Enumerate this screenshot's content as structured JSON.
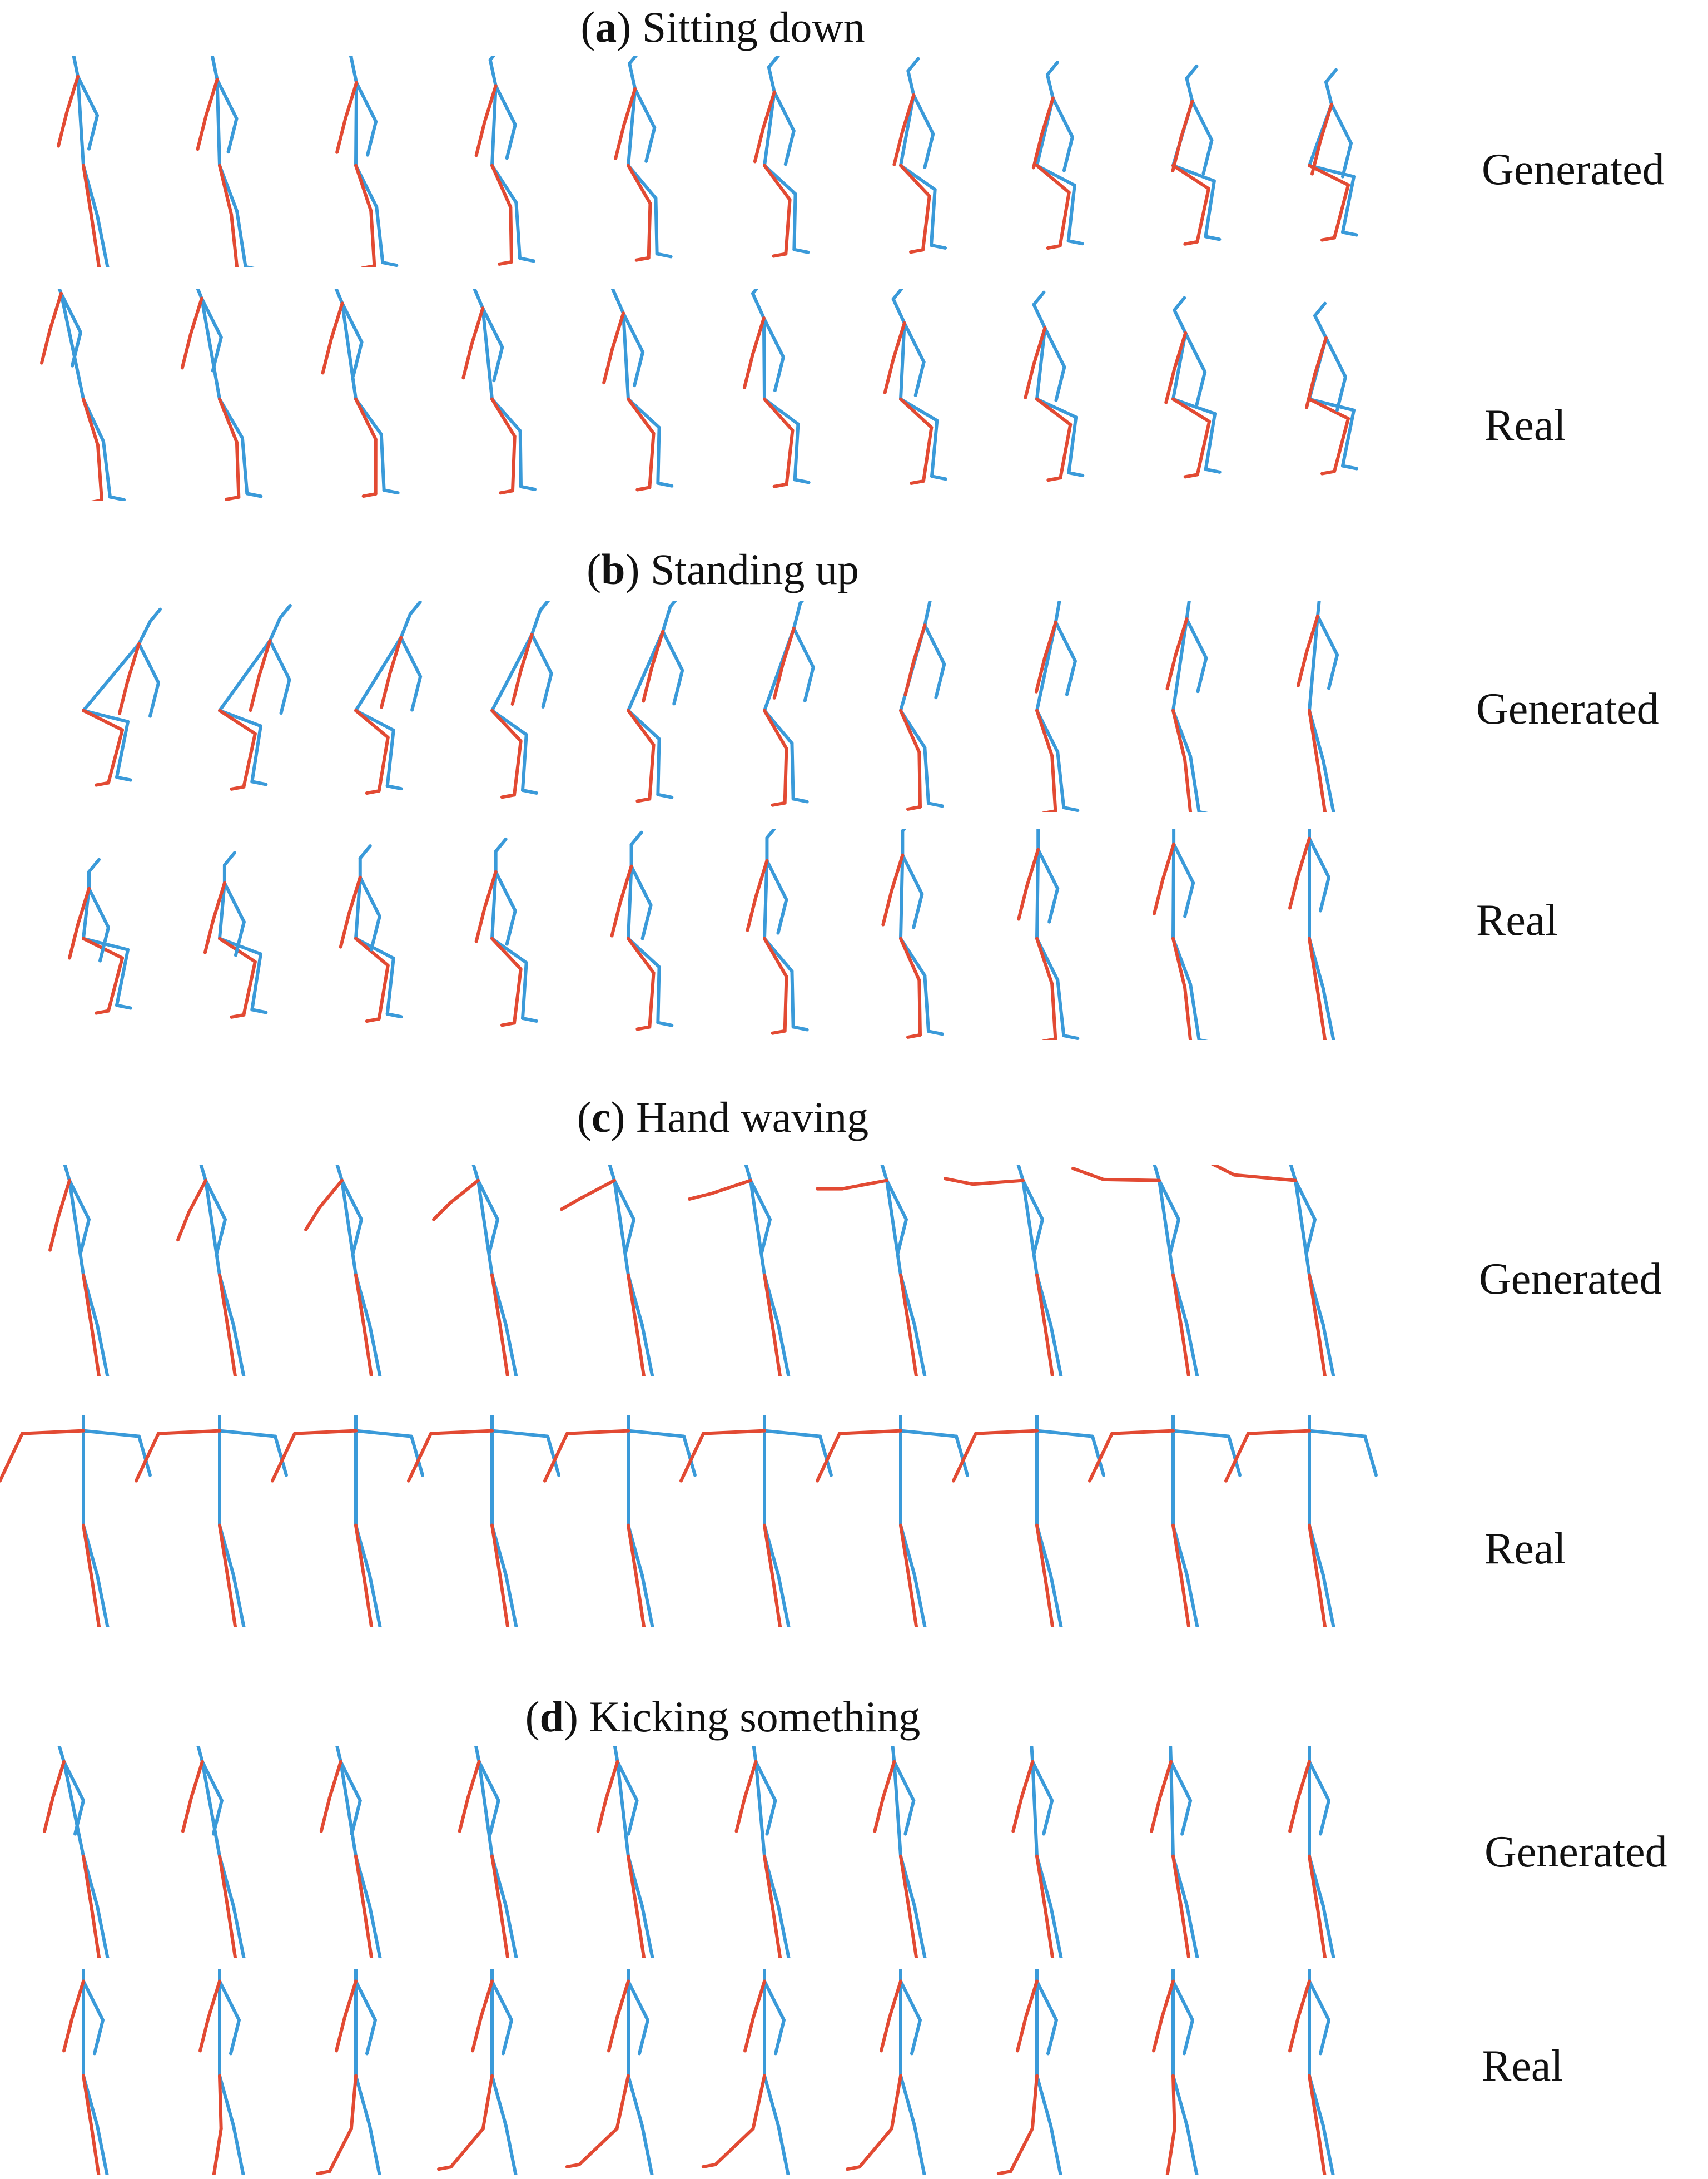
{
  "palette": {
    "left_limbs": "#e24a33",
    "right_limbs": "#3a9ad9"
  },
  "sections": [
    {
      "letter": "a",
      "title": "Sitting down",
      "rows": [
        {
          "label": "Generated",
          "pose": "stand-to-sit"
        },
        {
          "label": "Real",
          "pose": "lean-squat"
        }
      ]
    },
    {
      "letter": "b",
      "title": "Standing up",
      "rows": [
        {
          "label": "Generated",
          "pose": "sit-to-stand"
        },
        {
          "label": "Real",
          "pose": "chair-to-stand"
        }
      ]
    },
    {
      "letter": "c",
      "title": "Hand waving",
      "rows": [
        {
          "label": "Generated",
          "pose": "lean-wave"
        },
        {
          "label": "Real",
          "pose": "arms-wide"
        }
      ]
    },
    {
      "letter": "d",
      "title": "Kicking something",
      "rows": [
        {
          "label": "Generated",
          "pose": "lean-kick"
        },
        {
          "label": "Real",
          "pose": "kick"
        }
      ]
    }
  ]
}
